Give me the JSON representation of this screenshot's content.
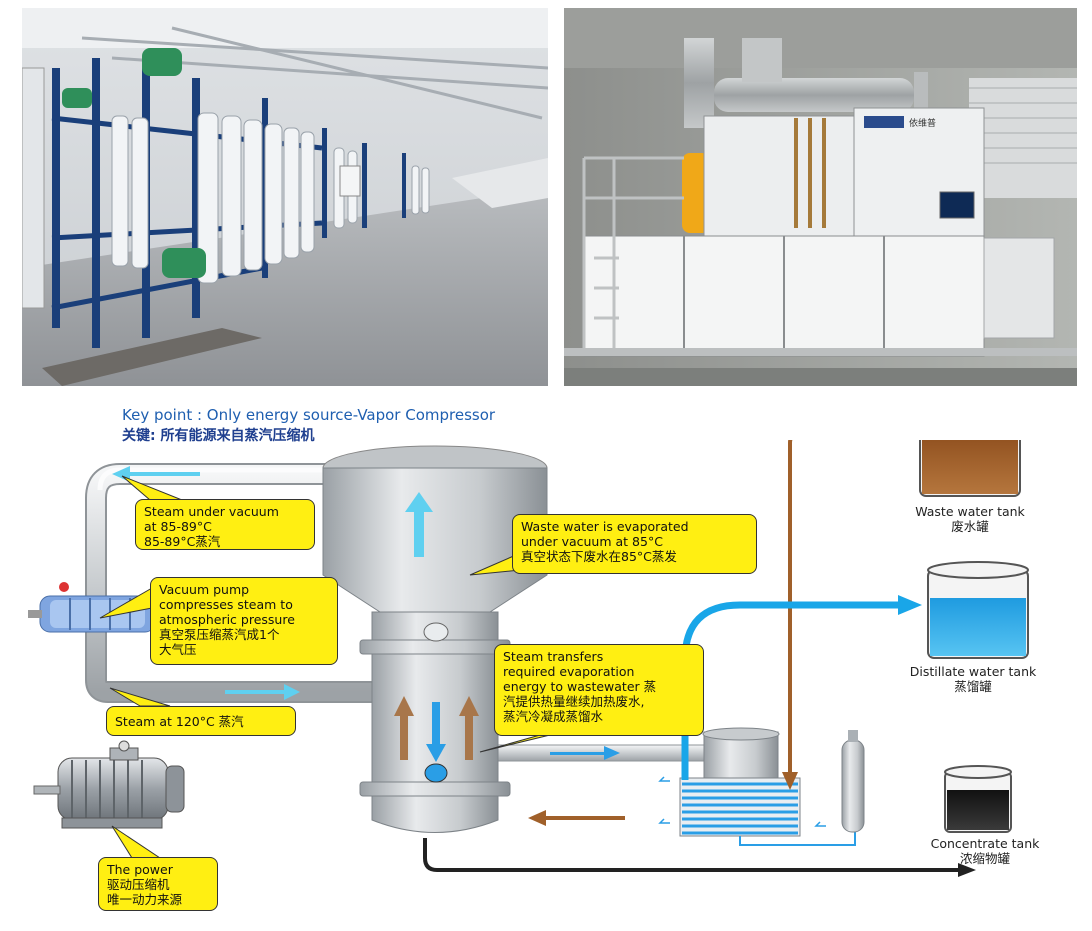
{
  "heading": {
    "en": "Key point : Only energy source-Vapor Compressor",
    "zh": "关键: 所有能源来自蒸汽压缩机"
  },
  "callouts": {
    "steam_vacuum": [
      "Steam under vacuum",
      "at 85-89°C",
      "85-89°C蒸汽"
    ],
    "waste_evaporated": [
      "Waste water is evaporated",
      "under vacuum at 85°C",
      "真空状态下废水在85°C蒸发"
    ],
    "vacuum_pump": [
      "Vacuum pump",
      "compresses steam to",
      "atmospheric pressure",
      "真空泵压缩蒸汽成1个",
      "大气压"
    ],
    "steam_transfers": [
      "Steam transfers",
      "required evaporation",
      "energy to wastewater 蒸",
      "汽提供热量继续加热废水,",
      "蒸汽冷凝成蒸馏水"
    ],
    "steam_120": [
      "Steam at 120°C 蒸汽"
    ],
    "power": [
      "The power",
      "驱动压缩机",
      "唯一动力来源"
    ]
  },
  "tanks": {
    "waste": {
      "en": "Waste water tank",
      "zh": "废水罐"
    },
    "distillate": {
      "en": "Distillate water tank",
      "zh": "蒸馏罐"
    },
    "concentrate": {
      "en": "Concentrate tank",
      "zh": "浓缩物罐"
    }
  },
  "equipment_logo": {
    "brand": "依维普"
  },
  "colors": {
    "callout": "#ffef12",
    "steam_arrow": "#5fd0f0",
    "distillate_pipe": "#19a6e8",
    "waste_pipe": "#a0602a",
    "concentrate_pipe": "#222222",
    "heading_blue": "#1f5fb0"
  }
}
